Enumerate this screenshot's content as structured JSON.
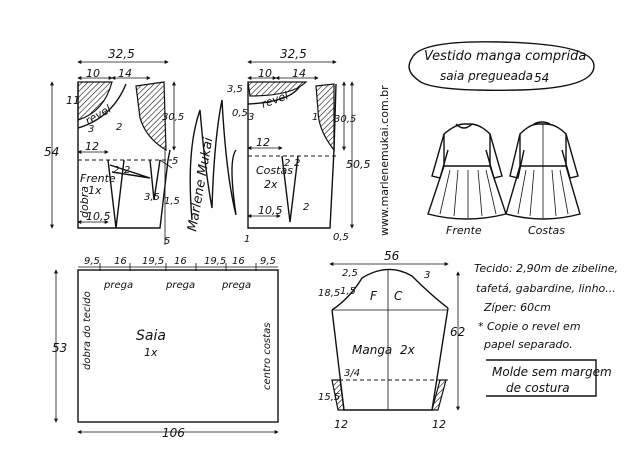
{
  "title": {
    "line1": "Vestido manga comprida",
    "line2": "saia pregueada",
    "size": "54"
  },
  "watermark": "www.marlenemukai.com.br",
  "signature": "Marlene Mukai",
  "front": {
    "label": "Frente",
    "count": "1x",
    "fold": "dobra",
    "width_top": "32,5",
    "neck_w": "10",
    "shoulder_w": "14",
    "neck_depth": "11",
    "side_h": "30,5",
    "total_h": "54",
    "waist_w": "12",
    "hem_w": "10,5",
    "facing": "revel",
    "dart_a": "2",
    "dart_b": "2",
    "n3": "3",
    "n2": "2",
    "n5": "5",
    "n35": "3,5",
    "n15": "1,5",
    "bottom": "5"
  },
  "back": {
    "label": "Costas",
    "count": "2x",
    "width_top": "32,5",
    "neck_w": "10",
    "shoulder_w": "14",
    "neck_drop": "3,5",
    "neck_depth": "0,5",
    "side_h": "30,5",
    "total_h": "50,5",
    "waist_w": "12",
    "hem_w": "10,5",
    "facing": "revel",
    "n2a": "2",
    "n2b": "2",
    "n1": "1",
    "n1b": "1",
    "n3": "3",
    "n2": "2",
    "bottom": "0,5"
  },
  "skirt": {
    "label": "Saia",
    "count": "1x",
    "fold": "dobra do tecido",
    "center": "centro costas",
    "width": "106",
    "height": "53",
    "segments": [
      "9,5",
      "16",
      "19,5",
      "16",
      "19,5",
      "16",
      "9,5"
    ],
    "pleat": "prega"
  },
  "sleeve": {
    "label": "Manga",
    "count": "2x",
    "width": "56",
    "height": "62",
    "cap_h": "18,5",
    "cap_left": "2,5",
    "cap_right": "3",
    "n15": "1,5",
    "front": "F",
    "back": "C",
    "three_quarter": "3/4",
    "lower": "15,5",
    "hem_left": "12",
    "hem_right": "12"
  },
  "figures": {
    "front": "Frente",
    "back": "Costas"
  },
  "materials": {
    "line1": "Tecido: 2,90m de zibeline,",
    "line2": "tafetá, gabardine, linho...",
    "line3": "Zíper: 60cm",
    "line4": "* Copie o revel em",
    "line5": "papel separado."
  },
  "note": {
    "line1": "Molde sem margem",
    "line2": "de costura"
  }
}
